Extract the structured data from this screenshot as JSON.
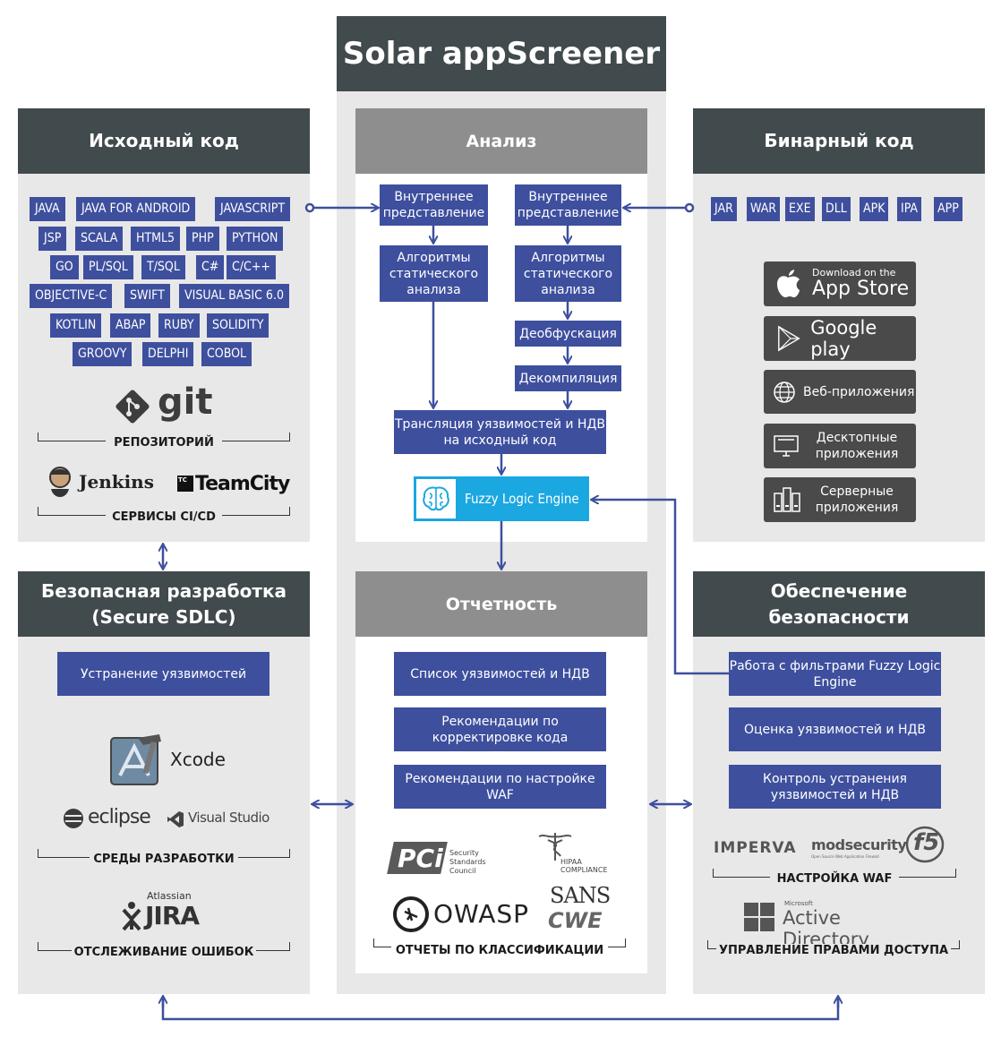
{
  "title": "Solar appScreener",
  "source": {
    "header": "Исходный код",
    "languages": [
      [
        "JAVA",
        "JAVA FOR ANDROID",
        "JAVASCRIPT"
      ],
      [
        "JSP",
        "SCALA",
        "HTML5",
        "PHP",
        "PYTHON"
      ],
      [
        "GO",
        "PL/SQL",
        "T/SQL",
        "C#",
        "C/C++"
      ],
      [
        "OBJECTIVE-C",
        "SWIFT",
        "VISUAL BASIC 6.0"
      ],
      [
        "KOTLIN",
        "ABAP",
        "RUBY",
        "SOLIDITY"
      ],
      [
        "GROOVY",
        "DELPHI",
        "COBOL"
      ]
    ],
    "git_logo": "git",
    "repo_caption": "РЕПОЗИТОРИЙ",
    "jenkins_logo": "Jenkins",
    "teamcity_logo": "TeamCity",
    "teamcity_badge": "TC",
    "ci_caption": "СЕРВИСЫ CI/CD"
  },
  "analysis": {
    "header": "Анализ",
    "left_internal": "Внутреннее представление",
    "left_algo": "Алгоритмы статического анализа",
    "right_internal": "Внутреннее представление",
    "right_algo": "Алгоритмы статического анализа",
    "deobfuscation": "Деобфускация",
    "decompilation": "Декомпиляция",
    "translation": "Трансляция уязвимостей и НДВ на исходный код",
    "fuzzy": "Fuzzy Logic Engine"
  },
  "binary": {
    "header": "Бинарный код",
    "formats": [
      "JAR",
      "WAR",
      "EXE",
      "DLL",
      "APK",
      "IPA",
      "APP"
    ],
    "appstore_small": "Download on the",
    "appstore_big": "App Store",
    "googleplay": "Google play",
    "web": "Веб-приложения",
    "desktop": "Десктопные приложения",
    "server": "Серверные приложения"
  },
  "sdlc": {
    "header": "Безопасная разработка (Secure SDLC)",
    "fix": "Устранение уязвимостей",
    "xcode": "Xcode",
    "eclipse": "eclipse",
    "vs": "Visual Studio",
    "ide_caption": "СРЕДЫ РАЗРАБОТКИ",
    "jira_small": "Atlassian",
    "jira": "JIRA",
    "bug_caption": "ОТСЛЕЖИВАНИЕ ОШИБОК"
  },
  "reports": {
    "header": "Отчетность",
    "items": [
      "Список уязвимостей и НДВ",
      "Рекомендации по корректировке кода",
      "Рекомендации по настройке WAF"
    ],
    "pci": "PCi",
    "pci_sub": "Security Standards Council",
    "hipaa": "HIPAA COMPLIANCE",
    "owasp": "OWASP",
    "sans": "SANS",
    "cwe": "CWE",
    "caption": "ОТЧЕТЫ ПО КЛАССИФИКАЦИИ"
  },
  "security": {
    "header": "Обеспечение безопасности",
    "items": [
      "Работа с фильтрами Fuzzy Logic Engine",
      "Оценка уязвимостей и НДВ",
      "Контроль устранения уязвимостей и НДВ"
    ],
    "imperva": "IMPERVA",
    "modsecurity": "modsecurity",
    "modsecurity_sub": "Open Source Web Application Firewall",
    "f5": "f5",
    "waf_caption": "НАСТРОЙКА WAF",
    "ad_small": "Microsoft",
    "ad": "Active Directory",
    "access_caption": "УПРАВЛЕНИЕ ПРАВАМИ ДОСТУПА"
  },
  "colors": {
    "dark": "#414a4d",
    "blue": "#3e4f9e",
    "gray": "#8e8e8e",
    "cyan": "#1ba7e0",
    "panel": "#e8e8e8"
  }
}
